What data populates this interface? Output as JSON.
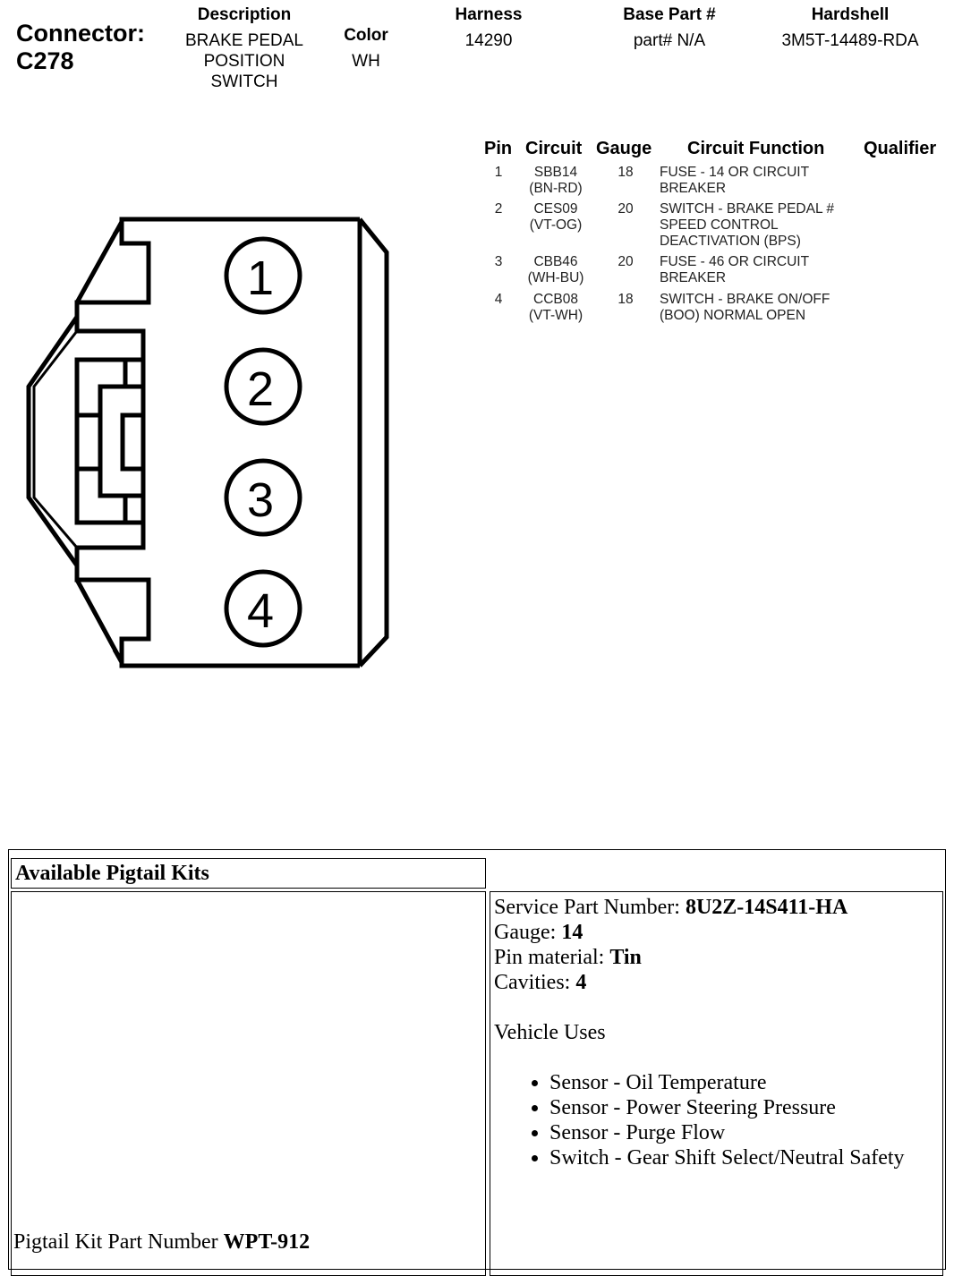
{
  "connector": {
    "label": "Connector:",
    "id": "C278"
  },
  "header": {
    "description_title": "Description",
    "description_lines": [
      "BRAKE PEDAL",
      "POSITION",
      "SWITCH"
    ],
    "color_title": "Color",
    "color_value": "WH",
    "harness_title": "Harness",
    "harness_value": "14290",
    "base_part_title": "Base Part #",
    "base_part_value": "part# N/A",
    "hardshell_title": "Hardshell",
    "hardshell_value": "3M5T-14489-RDA"
  },
  "pin_table": {
    "headers": [
      "Pin",
      "Circuit",
      "Gauge",
      "Circuit Function",
      "Qualifier"
    ],
    "rows": [
      {
        "pin": "1",
        "circuit": [
          "SBB14",
          "(BN-RD)"
        ],
        "gauge": "18",
        "function": [
          "FUSE - 14 OR CIRCUIT",
          "BREAKER"
        ],
        "qualifier": ""
      },
      {
        "pin": "2",
        "circuit": [
          "CES09",
          "(VT-OG)"
        ],
        "gauge": "20",
        "function": [
          "SWITCH - BRAKE PEDAL #",
          "SPEED CONTROL",
          "DEACTIVATION (BPS)"
        ],
        "qualifier": ""
      },
      {
        "pin": "3",
        "circuit": [
          "CBB46",
          "(WH-BU)"
        ],
        "gauge": "20",
        "function": [
          "FUSE - 46 OR CIRCUIT",
          "BREAKER"
        ],
        "qualifier": ""
      },
      {
        "pin": "4",
        "circuit": [
          "CCB08",
          "(VT-WH)"
        ],
        "gauge": "18",
        "function": [
          "SWITCH - BRAKE ON/OFF",
          "(BOO) NORMAL OPEN"
        ],
        "qualifier": ""
      }
    ]
  },
  "diagram": {
    "pin_labels": [
      "1",
      "2",
      "3",
      "4"
    ]
  },
  "pigtail": {
    "title": "Available Pigtail Kits",
    "service_part_label": "Service Part Number: ",
    "service_part_value": "8U2Z-14S411-HA",
    "gauge_label": "Gauge: ",
    "gauge_value": "14",
    "pin_material_label": "Pin material: ",
    "pin_material_value": "Tin",
    "cavities_label": "Cavities: ",
    "cavities_value": "4",
    "vehicle_uses_title": "Vehicle Uses",
    "vehicle_uses": [
      "Sensor - Oil Temperature",
      "Sensor - Power Steering Pressure",
      "Sensor - Purge Flow",
      "Switch - Gear Shift Select/Neutral Safety"
    ],
    "kit_part_label": "Pigtail Kit Part Number ",
    "kit_part_value": "WPT-912"
  }
}
